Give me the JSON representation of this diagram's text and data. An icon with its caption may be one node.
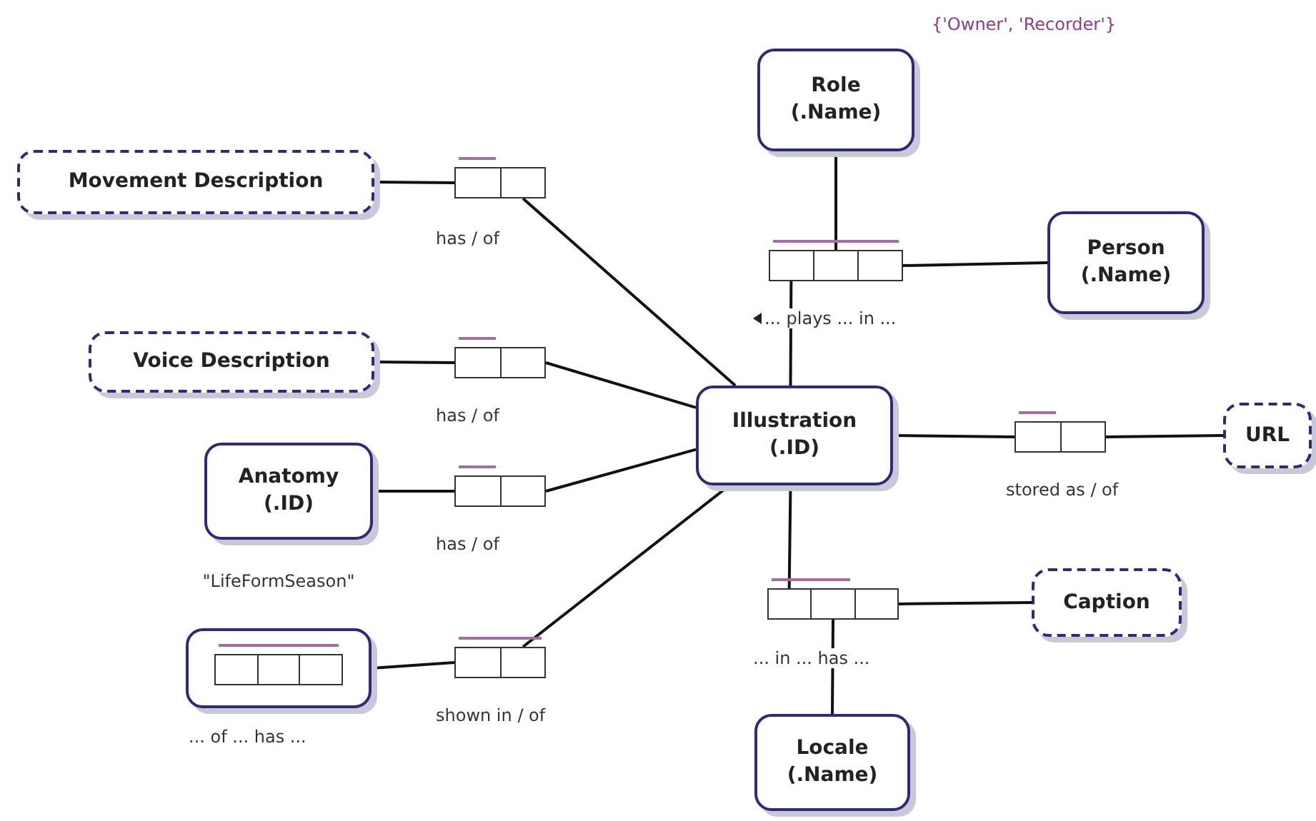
{
  "diagram": {
    "nodes": [
      {
        "text": [
          "Role",
          "(.Name)"
        ]
      },
      {
        "text": [
          "Movement Description"
        ]
      },
      {
        "text": [],
        "shape": "bar",
        "beside": [
          "has / of"
        ]
      },
      {
        "text": [
          "Person",
          "(.Name)"
        ]
      },
      {
        "text": [],
        "shape": "bar",
        "beside": [
          "... plays ... in ..."
        ]
      },
      {
        "text": [
          "Voice Description"
        ]
      },
      {
        "text": [],
        "shape": "bar",
        "beside": [
          "has / of"
        ]
      },
      {
        "text": [
          "Illustration",
          "(.ID)"
        ]
      },
      {
        "text": [],
        "shape": "bar",
        "beside": [
          "stored as / of"
        ]
      },
      {
        "text": [
          "URL"
        ]
      },
      {
        "text": [
          "Anatomy",
          "(.ID)"
        ]
      },
      {
        "text": [],
        "shape": "bar",
        "beside": [
          "has / of"
        ]
      },
      {
        "text": [
          "Caption"
        ]
      },
      {
        "text": [],
        "shape": "bar",
        "beside": [
          "... in ... has ..."
        ]
      },
      {
        "text": [
          "\"LifeFormSeason\""
        ],
        "beside": [
          "... of ... has ..."
        ]
      },
      {
        "text": [],
        "shape": "bar",
        "in": 14
      },
      {
        "text": [],
        "shape": "bar",
        "beside": [
          "shown in / of"
        ]
      },
      {
        "text": [
          "Locale",
          "(.Name)"
        ]
      }
    ],
    "edges": [
      {
        "from": 0,
        "to": 4,
        "arrow": "none"
      },
      {
        "from": 4,
        "to": 3,
        "arrow": "none"
      },
      {
        "from": 4,
        "to": 7,
        "arrow": "none"
      },
      {
        "from": 1,
        "to": 2,
        "arrow": "none"
      },
      {
        "from": 2,
        "to": 7,
        "arrow": "none"
      },
      {
        "from": 5,
        "to": 6,
        "arrow": "none"
      },
      {
        "from": 6,
        "to": 7,
        "arrow": "none"
      },
      {
        "from": 10,
        "to": 11,
        "arrow": "none"
      },
      {
        "from": 11,
        "to": 7,
        "arrow": "none"
      },
      {
        "from": 14,
        "to": 16,
        "arrow": "none"
      },
      {
        "from": 16,
        "to": 7,
        "arrow": "none"
      },
      {
        "from": 7,
        "to": 8,
        "arrow": "none"
      },
      {
        "from": 8,
        "to": 9,
        "arrow": "none"
      },
      {
        "from": 7,
        "to": 13,
        "arrow": "none"
      },
      {
        "from": 13,
        "to": 12,
        "arrow": "none"
      },
      {
        "from": 13,
        "to": 17,
        "arrow": "none"
      }
    ],
    "labels": [
      "{'Owner', 'Recorder'}"
    ]
  }
}
